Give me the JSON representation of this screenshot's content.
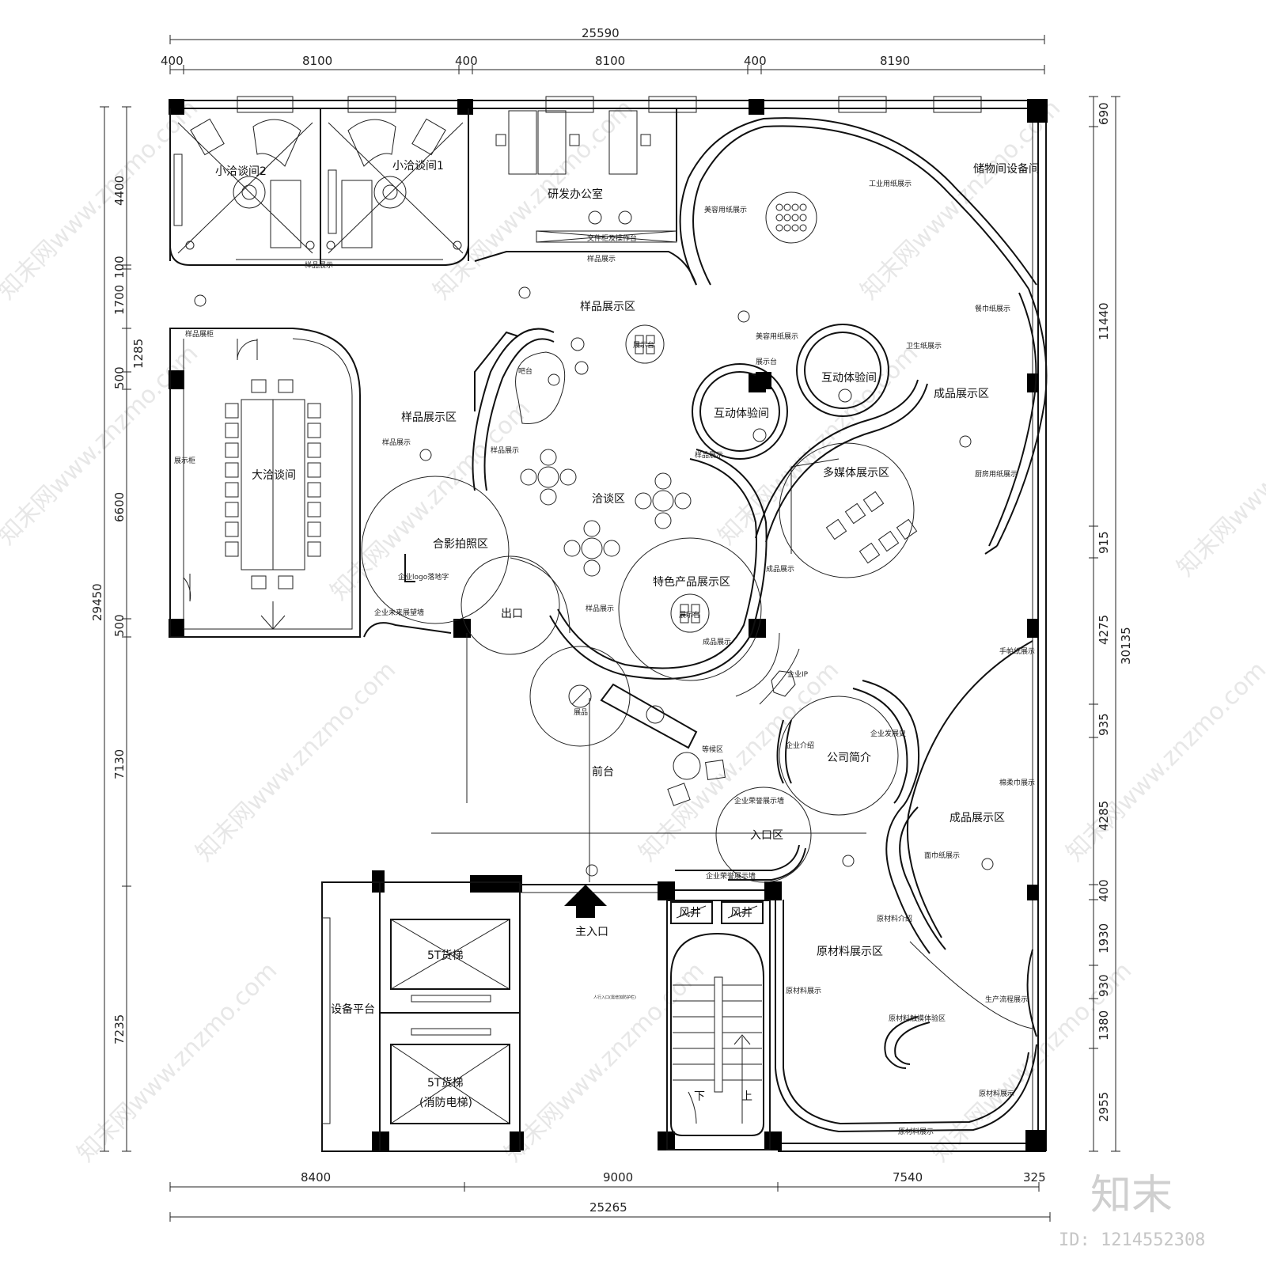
{
  "dimensions": {
    "top_total": "25590",
    "top_segments": [
      "400",
      "8100",
      "400",
      "8100",
      "400",
      "8190"
    ],
    "bottom_segments": [
      "8400",
      "9000",
      "7540",
      "325"
    ],
    "bottom_total": "25265",
    "left_total": "29450",
    "left_segments": [
      "4400",
      "100",
      "1700",
      "1285",
      "500",
      "6600",
      "500",
      "7130",
      "7235"
    ],
    "right_total": "30135",
    "right_segments": [
      "690",
      "11440",
      "915",
      "4275",
      "935",
      "4285",
      "400",
      "1930",
      "930",
      "1380",
      "2955"
    ]
  },
  "rooms": {
    "small_meeting_2": "小洽谈间2",
    "small_meeting_1": "小洽谈间1",
    "rd_office": "研发办公室",
    "storage": "储物间设备间",
    "sample_area_top": "样品展示区",
    "sample_area_left": "样品展示区",
    "large_meeting": "大洽谈间",
    "interactive_1": "互动体验间",
    "interactive_2": "互动体验间",
    "product_area_right": "成品展示区",
    "multimedia": "多媒体展示区",
    "negotiation": "洽谈区",
    "photo_area": "合影拍照区",
    "exit": "出口",
    "feature_product": "特色产品展示区",
    "company_intro": "公司简介",
    "front_desk": "前台",
    "entrance_area": "入口区",
    "product_area_lower": "成品展示区",
    "raw_material": "原材料展示区",
    "equipment_platform": "设备平台",
    "main_entrance": "主入口",
    "freight_elevator_1": "5T货梯",
    "freight_elevator_2": "5T货梯",
    "fire_elevator_note": "(消防电梯)",
    "shaft_1": "风井",
    "shaft_2": "风井",
    "stair_down": "下",
    "stair_up": "上"
  },
  "labels": {
    "sample_display_1": "样品展示",
    "sample_display_2": "样品展示",
    "sample_display_3": "样品展示",
    "sample_display_4": "样品展示",
    "sample_display_5": "样品展示",
    "sample_display_6": "样品展示",
    "sample_cabinet": "样品展柜",
    "display_cabinet": "展示柜",
    "file_cabinet": "文件柜及操作台",
    "industrial_paper": "工业用纸展示",
    "beauty_paper_1": "美容用纸展示",
    "beauty_paper_2": "美容用纸展示",
    "napkin_paper": "餐巾纸展示",
    "sanitary_paper": "卫生纸展示",
    "kitchen_paper": "厨房用纸展示",
    "finished_display_1": "成品展示",
    "finished_display_2": "成品展示",
    "handkerchief_paper": "手帕纸展示",
    "soft_towel": "棉柔巾展示",
    "facial_tissue": "面巾纸展示",
    "raw_intro": "原材料介绍",
    "production_flow": "生产流程展示",
    "raw_display_1": "原材料展示",
    "raw_display_2": "原材料展示",
    "raw_display_3": "原材料展示",
    "raw_touch": "原材料触摸体验区",
    "company_history": "企业发展史",
    "company_profile": "企业介绍",
    "company_honor_wall": "企业荣誉展示墙",
    "company_honor_wall_2": "企业荣誉展示墙",
    "company_ip": "企业IP",
    "logo_wall": "企业logo落地字",
    "vision_wall": "企业未来展望墙",
    "bar_counter": "吧台",
    "waiting_area": "等候区",
    "exhibit": "展品",
    "display_table_1": "展示台",
    "display_table_2": "展示台",
    "display_stand": "展示台",
    "entrance_note": "人行入口(需增加防护栏)"
  },
  "watermark": {
    "text": "知末网www.znzmo.com",
    "brand": "知末",
    "id": "ID: 1214552308"
  },
  "colors": {
    "ink": "#111111",
    "watermark": "#d4d4d4"
  }
}
